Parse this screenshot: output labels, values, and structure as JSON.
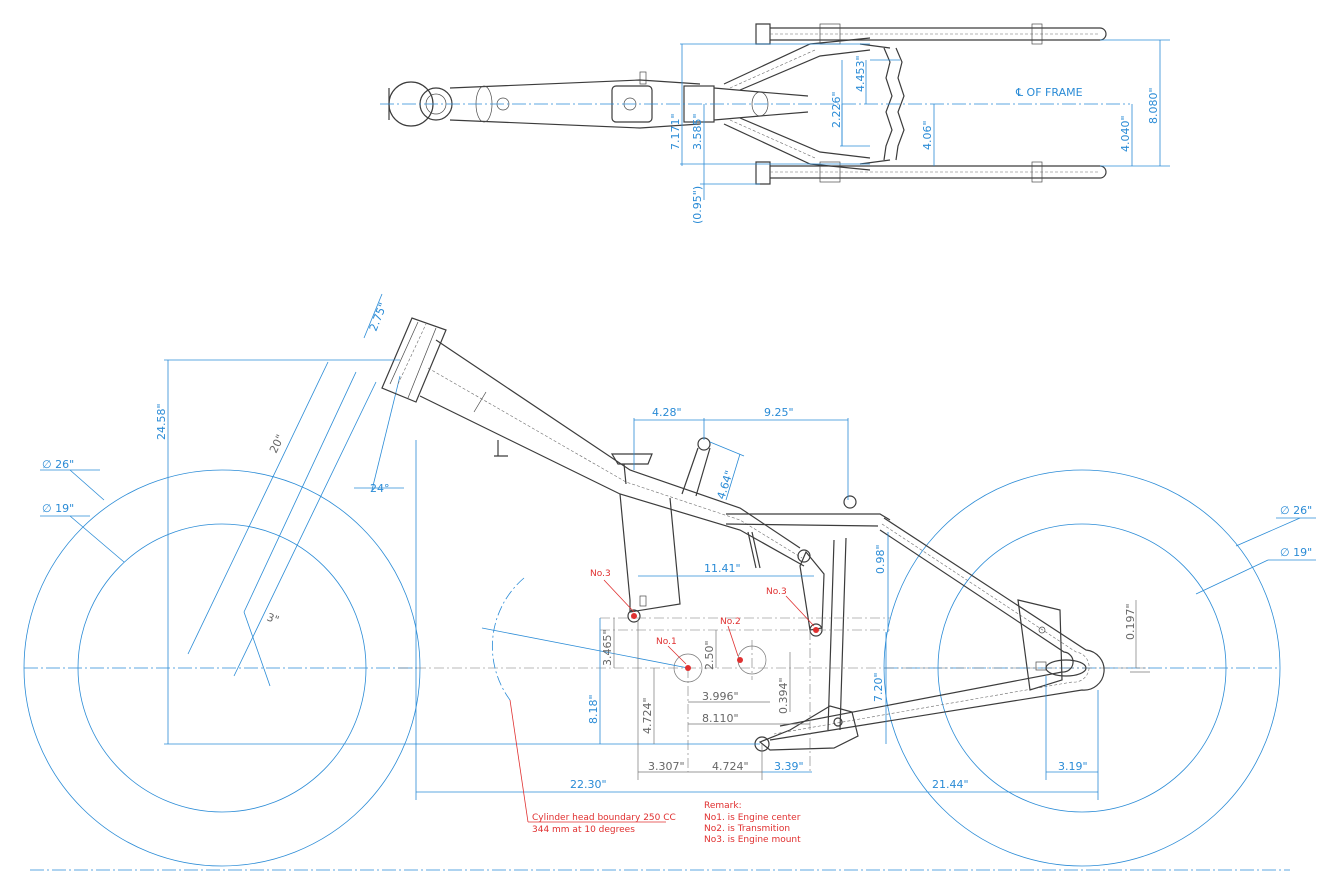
{
  "top_view": {
    "centerline_label": "℄ OF FRAME",
    "dims": {
      "d_4453": "4.453\"",
      "d_2226": "2.226\"",
      "d_406": "4.06\"",
      "d_4040": "4.040\"",
      "d_8080": "8.080\"",
      "d_7171": "7.171\"",
      "d_3585": "3.585\"",
      "d_095": "(0.95\")"
    }
  },
  "side_view": {
    "dims": {
      "d_275": "2.75\"",
      "d_2458": "24.58\"",
      "d_20": "20\"",
      "d_24deg": "24°",
      "d_3": "3\"",
      "d_phi26_left": "∅ 26\"",
      "d_phi19_left": "∅ 19\"",
      "d_phi26_right": "∅ 26\"",
      "d_phi19_right": "∅ 19\"",
      "d_428": "4.28\"",
      "d_925": "9.25\"",
      "d_464": "4.64\"",
      "d_1141": "11.41\"",
      "d_098": "0.98\"",
      "d_0197": "0.197\"",
      "d_3465": "3.465\"",
      "d_250": "2.50\"",
      "d_818": "8.18\"",
      "d_4724v": "4.724\"",
      "d_3996": "3.996\"",
      "d_0394": "0.394\"",
      "d_8110": "8.110\"",
      "d_720": "7.20\"",
      "d_3307": "3.307\"",
      "d_4724h": "4.724\"",
      "d_339": "3.39\"",
      "d_2230": "22.30\"",
      "d_2144": "21.44\"",
      "d_319": "3.19\""
    },
    "callouts": {
      "no1": "No.1",
      "no2": "No.2",
      "no3_left": "No.3",
      "no3_right": "No.3"
    },
    "cylinder_note": {
      "line1": "Cylinder head boundary 250 CC",
      "line2": "344 mm at 10 degrees"
    },
    "remark": {
      "title": "Remark:",
      "line1": "No1. is Engine center",
      "line2": "No2. is Transmition",
      "line3": "No3. is Engine mount"
    }
  },
  "colors": {
    "dimension": "#2a8bd6",
    "annotation": "#e03030",
    "frame": "#3c3c3c",
    "reference": "#777777"
  }
}
